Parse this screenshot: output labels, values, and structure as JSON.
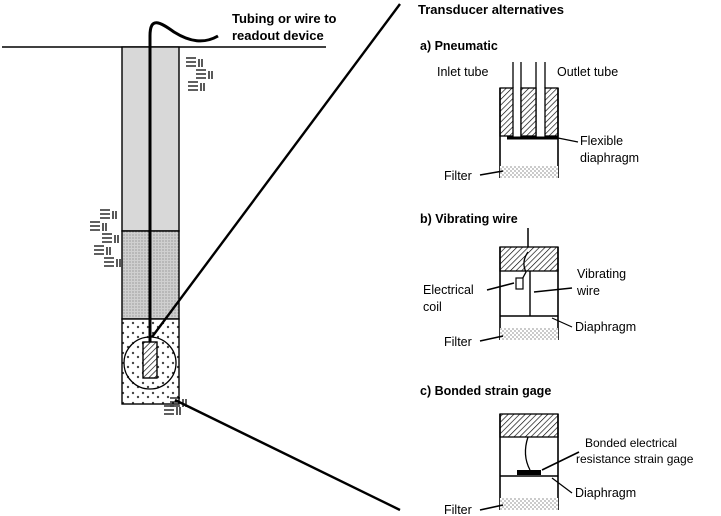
{
  "labels": {
    "tubing_line1": "Tubing or wire to",
    "tubing_line2": "readout device",
    "title": "Transducer alternatives",
    "pneumatic": {
      "heading": "a) Pneumatic",
      "inlet": "Inlet tube",
      "outlet": "Outlet tube",
      "flexible_line1": "Flexible",
      "flexible_line2": "diaphragm",
      "filter": "Filter"
    },
    "vibrating": {
      "heading": "b) Vibrating wire",
      "coil_line1": "Electrical",
      "coil_line2": "coil",
      "wire_line1": "Vibrating",
      "wire_line2": "wire",
      "diaphragm": "Diaphragm",
      "filter": "Filter"
    },
    "strain": {
      "heading": "c) Bonded strain gage",
      "gage_line1": "Bonded electrical",
      "gage_line2": "resistance strain gage",
      "diaphragm": "Diaphragm",
      "filter": "Filter"
    }
  }
}
